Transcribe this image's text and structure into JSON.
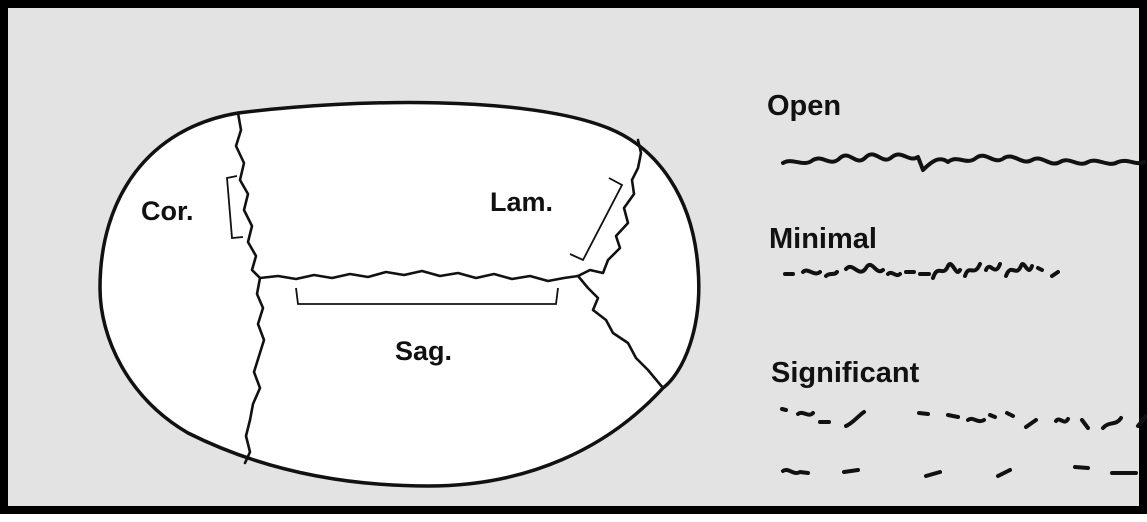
{
  "diagram": {
    "suture_labels": {
      "coronal": "Cor.",
      "lambdoid": "Lam.",
      "sagittal": "Sag."
    },
    "legend": {
      "open": "Open",
      "minimal": "Minimal",
      "significant": "Significant"
    }
  }
}
